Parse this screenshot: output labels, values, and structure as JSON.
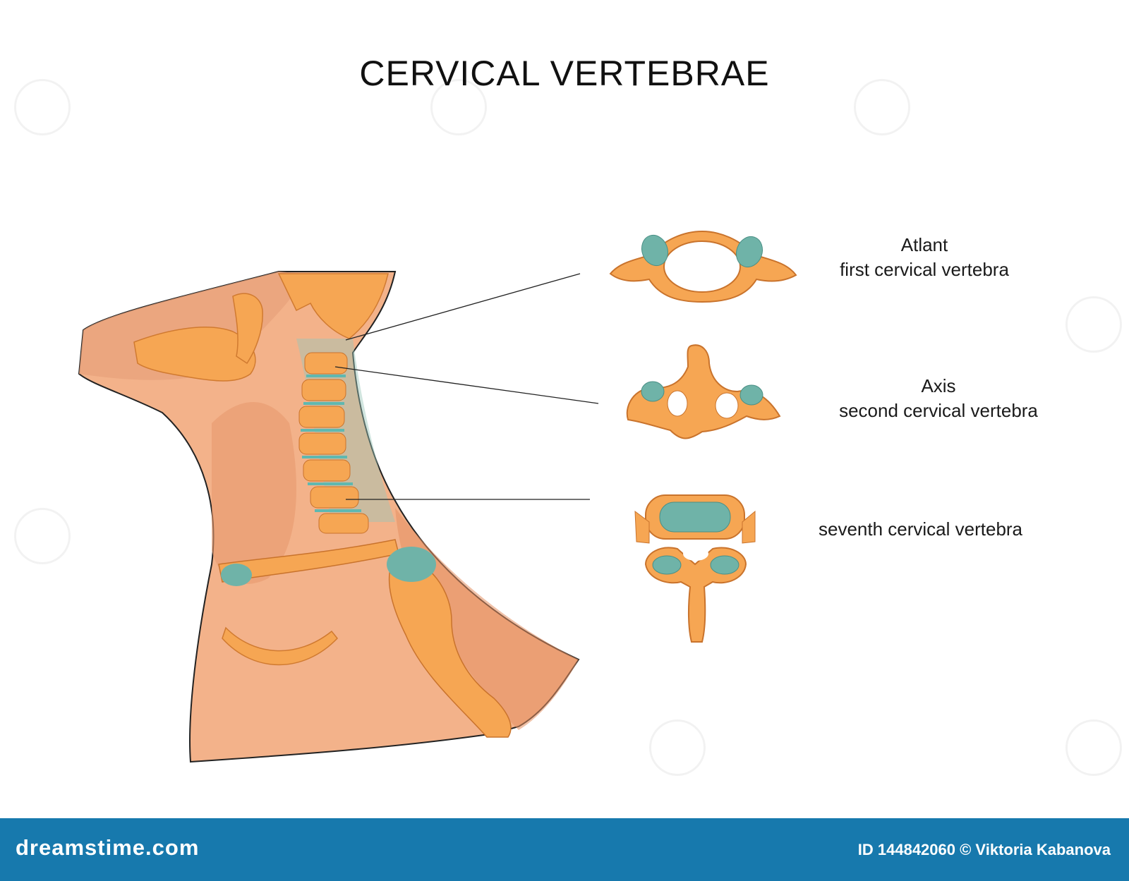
{
  "title": "CERVICAL VERTEBRAE",
  "labels": {
    "atlas": {
      "name": "Atlant",
      "desc": "first cervical vertebra"
    },
    "axis": {
      "name": "Axis",
      "desc": "second cervical vertebra"
    },
    "c7": {
      "desc": "seventh cervical vertebra"
    }
  },
  "footer": {
    "brand": "dreamstime.com",
    "credit": "ID 144842060 © Viktoria Kabanova"
  },
  "colors": {
    "skin": "#f3b28a",
    "skin_dark": "#e48f62",
    "bone": "#f6a653",
    "cartilage": "#6fb3a8",
    "footer": "#1779ad"
  }
}
